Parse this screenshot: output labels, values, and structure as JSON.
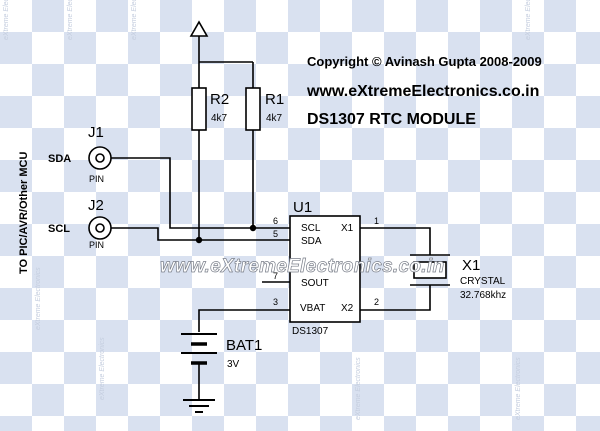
{
  "header": {
    "copyright": "Copyright © Avinash Gupta 2008-2009",
    "website": "www.eXtremeElectronics.co.in",
    "module_title": "DS1307 RTC MODULE"
  },
  "watermark": {
    "center_text": "www.eXtremeElectronics.co.in",
    "tile_text": "eXtreme Electronics"
  },
  "side_label": "TO PIC/AVR/Other MCU",
  "connectors": {
    "j1": {
      "ref": "J1",
      "signal": "SDA",
      "type": "PIN"
    },
    "j2": {
      "ref": "J2",
      "signal": "SCL",
      "type": "PIN"
    }
  },
  "resistors": {
    "r1": {
      "ref": "R1",
      "value": "4k7"
    },
    "r2": {
      "ref": "R2",
      "value": "4k7"
    }
  },
  "ic": {
    "ref": "U1",
    "part": "DS1307",
    "pins": {
      "scl": {
        "name": "SCL",
        "num": "6"
      },
      "sda": {
        "name": "SDA",
        "num": "5"
      },
      "sout": {
        "name": "SOUT",
        "num": "7"
      },
      "vbat": {
        "name": "VBAT",
        "num": "3"
      },
      "x1": {
        "name": "X1",
        "num": "1"
      },
      "x2": {
        "name": "X2",
        "num": "2"
      }
    }
  },
  "crystal": {
    "ref": "X1",
    "type": "CRYSTAL",
    "freq": "32.768khz"
  },
  "battery": {
    "ref": "BAT1",
    "value": "3V"
  },
  "colors": {
    "checker": "#d9e1f0",
    "ink": "#000000",
    "watermark_fill": "#ffffff"
  }
}
